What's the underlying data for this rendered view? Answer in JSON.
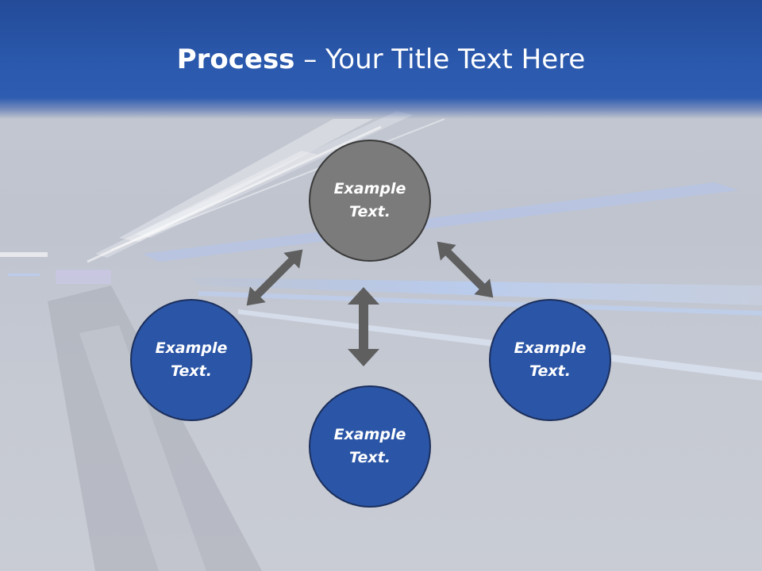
{
  "slide": {
    "title_bold": "Process",
    "title_rest": " – Your Title Text Here"
  },
  "nodes": {
    "top": {
      "line1": "Example",
      "line2": "Text."
    },
    "left": {
      "line1": "Example",
      "line2": "Text."
    },
    "right": {
      "line1": "Example",
      "line2": "Text."
    },
    "bottom": {
      "line1": "Example",
      "line2": "Text."
    }
  },
  "colors": {
    "header": "#2b59ad",
    "node_blue": "#2b55a6",
    "node_gray": "#7b7b7b",
    "arrow": "#5f5f5f"
  }
}
